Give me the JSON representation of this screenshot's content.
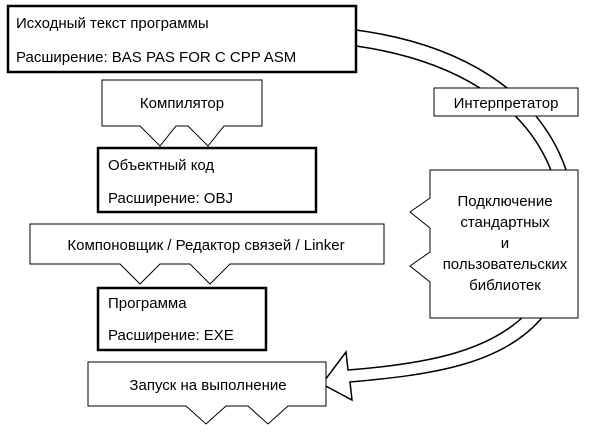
{
  "source_box": {
    "title": "Исходный текст программы",
    "extension": "Расширение: BAS PAS FOR C CPP ASM"
  },
  "compiler_label": "Компилятор",
  "object_box": {
    "title": "Объектный код",
    "extension": "Расширение: OBJ"
  },
  "linker_label": "Компоновщик / Редактор связей / Linker",
  "program_box": {
    "title": "Программа",
    "extension": "Расширение: EXE"
  },
  "run_label": "Запуск на выполнение",
  "interpreter_label": "Интерпретатор",
  "libraries_box": {
    "lines": [
      "Подключение",
      "стандартных",
      "и",
      "пользовательских",
      "библиотек"
    ]
  },
  "colors": {
    "stroke": "#000000",
    "fill": "#ffffff"
  }
}
